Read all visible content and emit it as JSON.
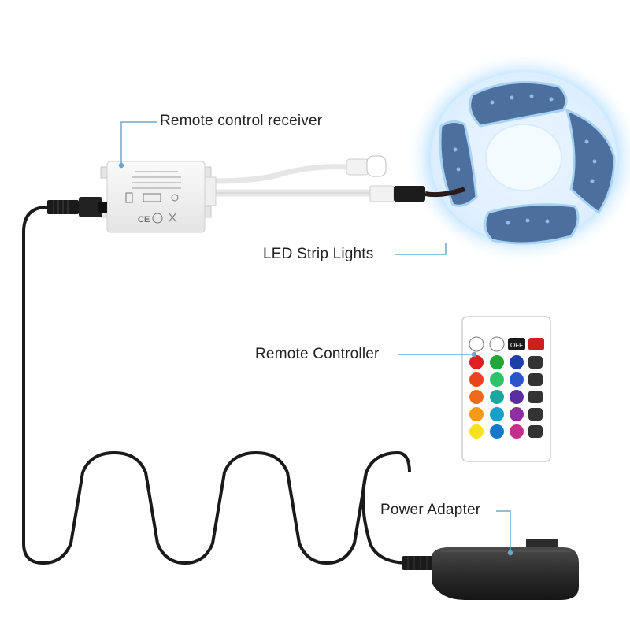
{
  "labels": {
    "receiver": "Remote control receiver",
    "led_strip": "LED Strip Lights",
    "remote": "Remote Controller",
    "power": "Power Adapter"
  },
  "remote_buttons": {
    "off": "OFF"
  },
  "colors": {
    "leader_line": "#6ea7c4",
    "led_glow": "#bfe3ff",
    "led_strip": "#4d6f9e",
    "cable": "#1a1a1a",
    "adapter": "#2a2a2a"
  }
}
